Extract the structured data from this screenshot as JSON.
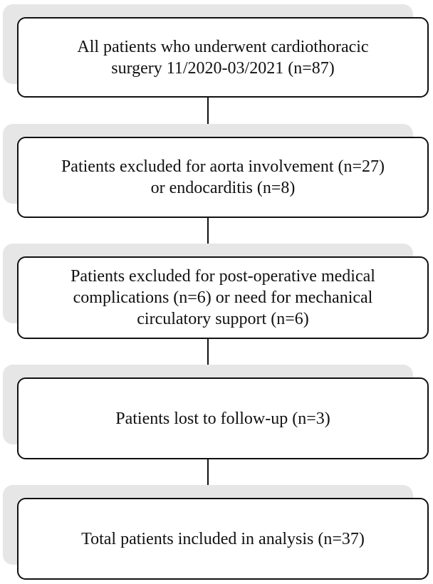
{
  "flowchart": {
    "steps": [
      {
        "text": "All patients who underwent cardiothoracic\nsurgery 11/2020-03/2021 (n=87)"
      },
      {
        "text": "Patients excluded for aorta involvement (n=27)\nor endocardit­is (n=8)"
      },
      {
        "text": "Patients excluded for post-operative medical\ncomplications (n=6) or need for mechanical\ncirculatory support (n=6)"
      },
      {
        "text": "Patients lost to follow-up (n=3)"
      },
      {
        "text": "Total patients included in analysis (n=37)"
      }
    ]
  }
}
